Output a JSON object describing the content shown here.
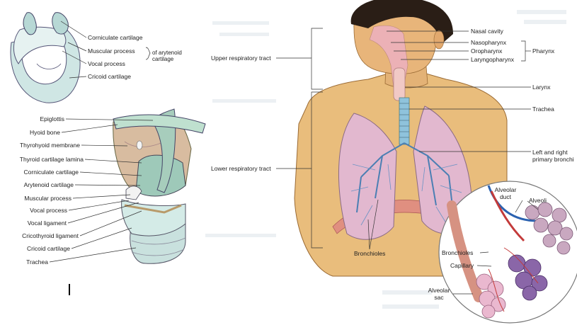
{
  "cartilage_top": {
    "corniculate": "Corniculate cartilage",
    "muscular_process": "Muscular process",
    "vocal_process": "Vocal process",
    "cricoid": "Cricoid cartilage",
    "arytenoid_brace_line1": "of arytenoid",
    "arytenoid_brace_line2": "cartilage"
  },
  "larynx_labels": [
    "Epiglottis",
    "Hyoid bone",
    "Thyrohyoid membrane",
    "Thyroid cartilage lamina",
    "Corniculate cartilage",
    "Arytenoid cartilage",
    "Muscular process",
    "Vocal process",
    "Vocal ligament",
    "Cricothyroid ligament",
    "Cricoid cartilage",
    "Trachea"
  ],
  "respiratory": {
    "upper_tract": "Upper respiratory tract",
    "lower_tract": "Lower respiratory tract",
    "nasal_cavity": "Nasal cavity",
    "nasopharynx": "Nasopharynx",
    "oropharynx": "Oropharynx",
    "laryngopharynx": "Laryngopharynx",
    "pharynx": "Pharynx",
    "larynx": "Larynx",
    "trachea": "Trachea",
    "bronchi_line1": "Left and right",
    "bronchi_line2": "primary bronchi",
    "bronchioles": "Bronchioles"
  },
  "inset": {
    "alveolar_duct_line1": "Alveolar",
    "alveolar_duct_line2": "duct",
    "alveoli": "Alveoli",
    "bronchioles": "Bronchioles",
    "capillary": "Capillary",
    "alveolar_sac_line1": "Alveolar",
    "alveolar_sac_line2": "sac"
  }
}
